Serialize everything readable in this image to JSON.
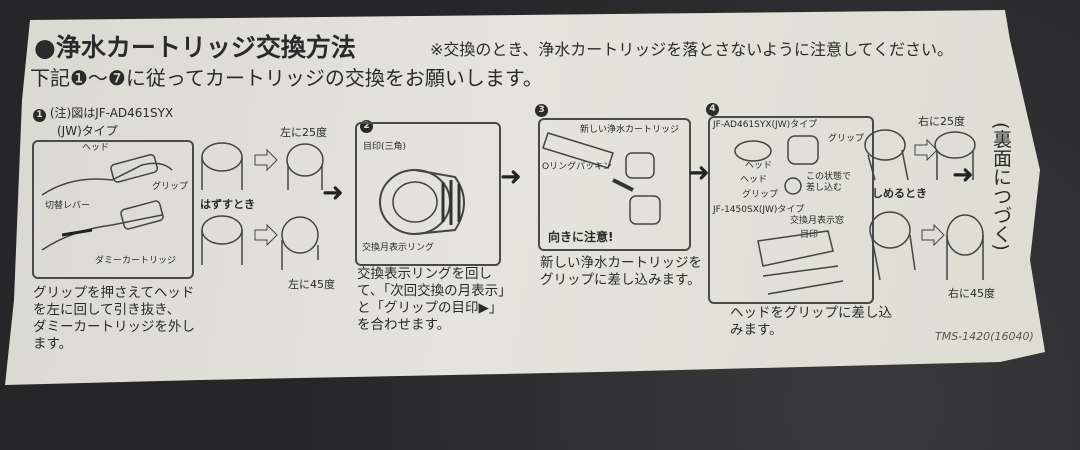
{
  "header": {
    "title": "●浄水カートリッジ交換方法",
    "note": "※交換のとき、浄水カートリッジを落とさないように注意してください。",
    "subtitle": "下記❶～❼に従ってカートリッジの交換をお願いします。"
  },
  "step1": {
    "number": "1",
    "caption_line1": "(注)図はJF-AD461SYX",
    "caption_line2": "(JW)タイプ",
    "labels": {
      "head": "ヘッド",
      "grip": "グリップ",
      "lever": "切替レバー",
      "dummy": "ダミーカートリッジ"
    },
    "remove_label": "はずすとき",
    "left25": "左に25度",
    "left45": "左に45度",
    "description": "グリップを押さえてヘッド\nを左に回して引き抜き、\nダミーカートリッジを外し\nます。"
  },
  "step2": {
    "number": "2",
    "labels": {
      "mark": "目印(三角)",
      "ring": "交換月表示リング"
    },
    "description": "交換表示リングを回し\nて、「次回交換の月表示」\nと「グリップの目印▶」\nを合わせます。"
  },
  "step3": {
    "number": "3",
    "labels": {
      "new_cartridge": "新しい浄水カートリッジ",
      "oring": "Oリングパッキン",
      "caution": "向きに注意!"
    },
    "description": "新しい浄水カートリッジを\nグリップに差し込みます。"
  },
  "step4": {
    "number": "4",
    "type1": "JF-AD461SYX(JW)タイプ",
    "type2": "JF-1450SX(JW)タイプ",
    "labels": {
      "grip": "グリップ",
      "head": "ヘッド",
      "head2": "ヘッド",
      "grip2": "グリップ",
      "state": "この状態で\n差し込む",
      "window": "交換月表示窓",
      "mark": "目印"
    },
    "tighten_label": "しめるとき",
    "right25": "右に25度",
    "right45": "右に45度",
    "description": "ヘッドをグリップに差し込\nみます。"
  },
  "continue_label": "(裏面につづく)",
  "code": "TMS-1420(16040)"
}
